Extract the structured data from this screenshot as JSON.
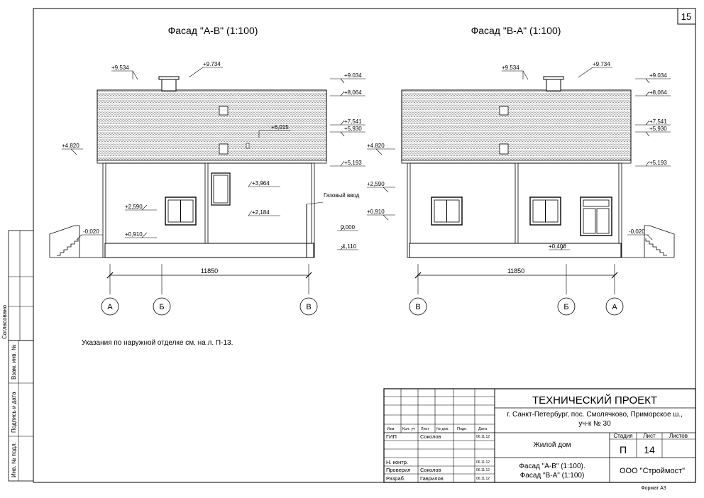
{
  "sheet_number": "15",
  "format_label": "Формат А3",
  "note": "Указания по наружной отделке см. на л. П-13.",
  "facade_left": {
    "title": "Фасад \"А-В\" (1:100)",
    "marks": {
      "m9534": "+9.534",
      "m9734": "+9.734",
      "m9034": "+9.034",
      "m8064": "+8,064",
      "m7541": "+7,541",
      "m5930": "+5,930",
      "m6015": "+6,015",
      "m5193": "+5,193",
      "m4820": "+4.820",
      "m3964": "+3,964",
      "m2590": "+2,590",
      "m2184": "+2,184",
      "m0910": "+0,910",
      "m0020": "-0,020",
      "m0000": "0,000",
      "m1110": "-1,110"
    },
    "gas_label": "Газовый ввод",
    "dimension": "11850",
    "axes": [
      "А",
      "Б",
      "В"
    ]
  },
  "facade_right": {
    "title": "Фасад \"В-А\" (1:100)",
    "marks": {
      "m9534": "+9.534",
      "m9734": "+9.734",
      "m9034": "+9.034",
      "m8064": "+8,064",
      "m7541": "+7,541",
      "m5930": "+5,930",
      "m5193": "+5,193",
      "m4820": "+4.820",
      "m2590": "+2,590",
      "m0910": "+0,910",
      "m0400": "+0,400",
      "m0020": "-0,020"
    },
    "dimension": "11850",
    "axes": [
      "В",
      "Б",
      "А"
    ]
  },
  "side_stamp": {
    "agreed": "Согласовано",
    "inv_replace": "Взам. инв. №",
    "sign_date": "Подпись и дата",
    "inv_orig": "Инв. № подл."
  },
  "title_block": {
    "project_type": "ТЕХНИЧЕСКИЙ ПРОЕКТ",
    "address_line1": "г. Санкт-Петербург, пос. Смолячково, Приморское ш.,",
    "address_line2": "уч-к № 30",
    "header_cols": [
      "Изм.",
      "Кол. уч",
      "Лист",
      "№ док.",
      "Подп.",
      "Дата"
    ],
    "stage_header": "Стадия",
    "sheet_header": "Лист",
    "sheets_header": "Листов",
    "stage_value": "П",
    "sheet_value": "14",
    "building": "Жилой дом",
    "drawing_title_line1": "Фасад \"А-В\" (1:100).",
    "drawing_title_line2": "Фасад \"В-А\" (1:100)",
    "company": "ООО \"Строймост\"",
    "people": [
      {
        "role": "ГИП",
        "name": "Соколов",
        "date": "06.11.12"
      },
      {
        "role": "Н. контр.",
        "name": "",
        "date": "06.11.12"
      },
      {
        "role": "Проверил",
        "name": "Соколов",
        "date": "06.11.12"
      },
      {
        "role": "Разраб.",
        "name": "Гаврилов",
        "date": "06.11.12"
      }
    ]
  }
}
